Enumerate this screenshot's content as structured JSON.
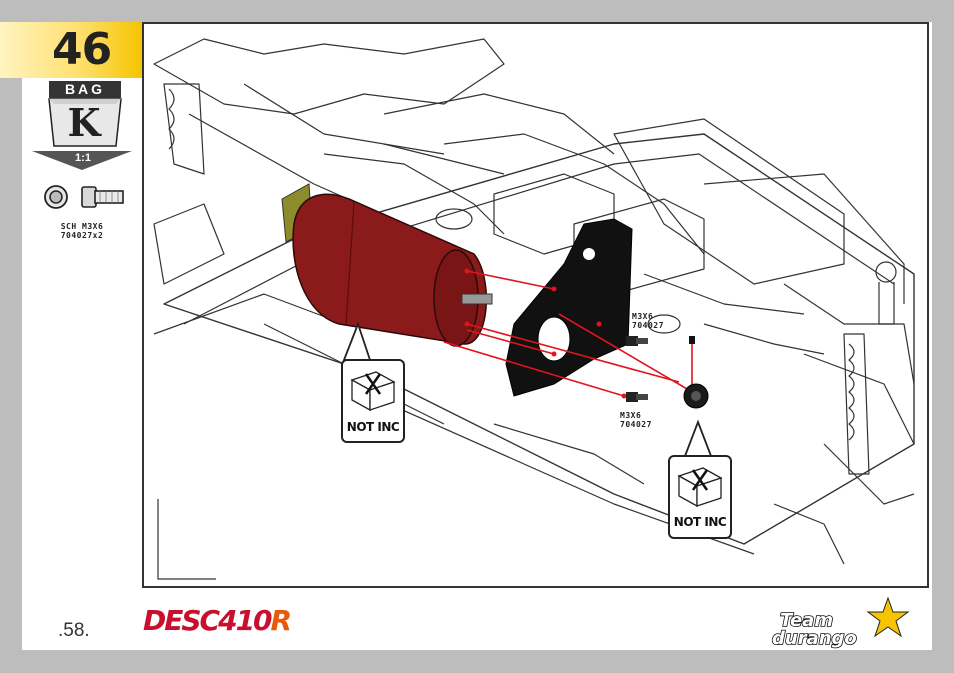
{
  "step": {
    "number": "46"
  },
  "bag": {
    "label": "BAG",
    "letter": "K",
    "scale": "1:1"
  },
  "parts": [
    {
      "code_line1": "SCH M3X6",
      "code_line2": "704027x2"
    }
  ],
  "callouts": [
    {
      "line1": "M3X6",
      "line2": "704027"
    },
    {
      "line1": "M3X6",
      "line2": "704027"
    }
  ],
  "notices": [
    {
      "label": "NOT INC"
    },
    {
      "label": "NOT INC"
    }
  ],
  "footer": {
    "page": ".58.",
    "brand_left": "DESC410",
    "brand_left_suffix": "R",
    "brand_right": "Team durango"
  },
  "colors": {
    "tab_yellow": "#f6c400",
    "motor_red": "#8b1a1a",
    "mount_black": "#111111",
    "axis_red": "#e0141e",
    "brand_red": "#c8102e"
  }
}
